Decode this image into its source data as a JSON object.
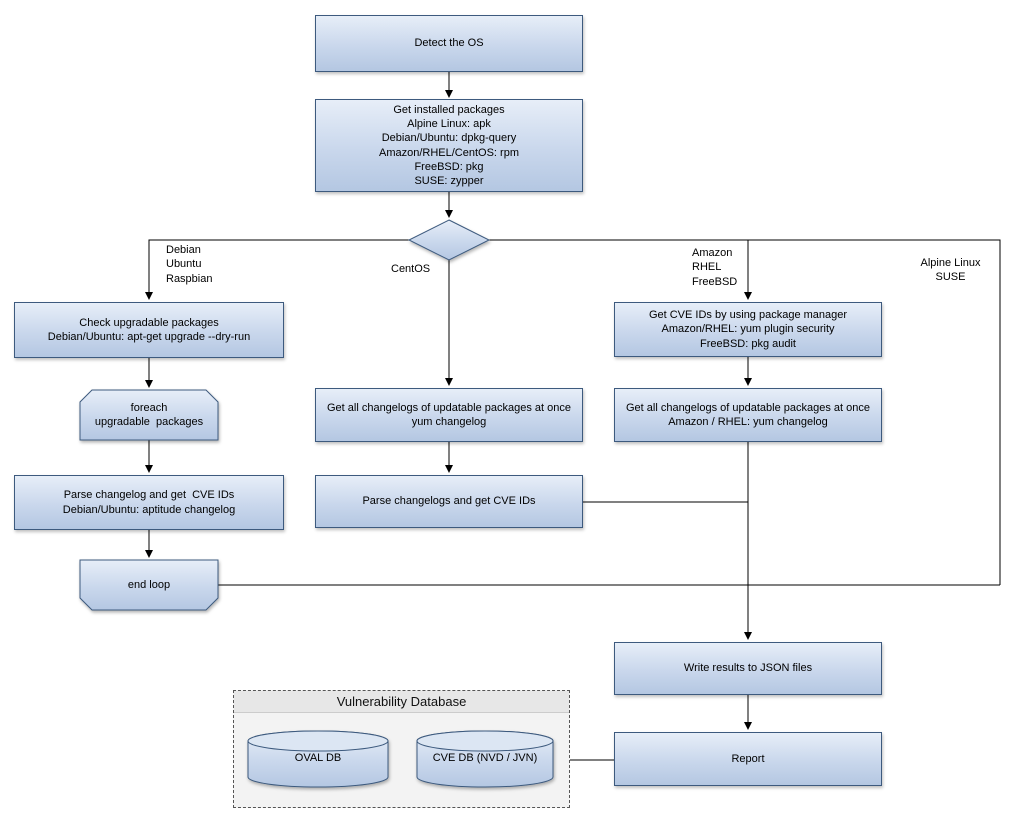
{
  "nodes": {
    "detect_os": "Detect the OS",
    "get_installed": "Get installed packages\nAlpine Linux: apk\nDebian/Ubuntu: dpkg-query\nAmazon/RHEL/CentOS: rpm\nFreeBSD: pkg\nSUSE: zypper",
    "check_upgradable": "Check upgradable packages\nDebian/Ubuntu: apt-get upgrade --dry-run",
    "foreach_loop": "foreach\nupgradable  packages",
    "parse_changelog_left": "Parse changelog and get  CVE IDs\nDebian/Ubuntu: aptitude changelog",
    "end_loop": "end loop",
    "get_changelogs_centos": "Get all changelogs of updatable packages at once\nyum changelog",
    "parse_changelogs_centos": "Parse changelogs and get CVE IDs",
    "get_cve_ids_pkg_mgr": "Get CVE IDs by using package manager\nAmazon/RHEL: yum plugin security\nFreeBSD: pkg audit",
    "get_changelogs_amazon": "Get all changelogs of updatable packages at once\nAmazon / RHEL: yum changelog",
    "write_json": "Write results to JSON files",
    "report": "Report"
  },
  "branch_labels": {
    "debian": "Debian\nUbuntu\nRaspbian",
    "centos": "CentOS",
    "amazon": "Amazon\nRHEL\nFreeBSD",
    "alpine": "Alpine Linux\nSUSE"
  },
  "database": {
    "title": "Vulnerability Database",
    "oval_db": "OVAL DB",
    "cve_db": "CVE DB (NVD / JVN)"
  },
  "colors": {
    "box_fill_top": "#e7eef8",
    "box_fill_bottom": "#b4c7e2",
    "box_border": "#3d5a7e",
    "line": "#000000",
    "group_background": "#f3f3f3"
  }
}
